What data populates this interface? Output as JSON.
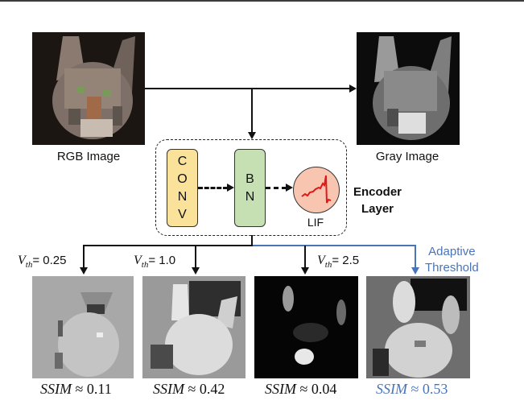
{
  "figure": {
    "input": {
      "label": "RGB Image"
    },
    "output": {
      "label": "Gray Image"
    },
    "encoder": {
      "blocks": [
        {
          "id": "conv",
          "letters": [
            "C",
            "O",
            "N",
            "V"
          ],
          "color": "#fbe29a"
        },
        {
          "id": "bn",
          "letters": [
            "B",
            "N"
          ],
          "color": "#c6e0b4"
        },
        {
          "id": "lif",
          "label": "LIF",
          "color": "#f8c6b0",
          "icon": "spike-waveform-icon"
        }
      ],
      "title_line1": "Encoder",
      "title_line2": "Layer"
    },
    "branches": [
      {
        "vth_symbol": "V",
        "vth_sub": "th",
        "vth_value": "= 0.25",
        "ssim_symbol": "SSIM",
        "ssim_value": "≈ 0.11",
        "color": "#111111"
      },
      {
        "vth_symbol": "V",
        "vth_sub": "th",
        "vth_value": "= 1.0",
        "ssim_symbol": "SSIM",
        "ssim_value": "≈ 0.42",
        "color": "#111111"
      },
      {
        "vth_symbol": "V",
        "vth_sub": "th",
        "vth_value": "= 2.5",
        "ssim_symbol": "SSIM",
        "ssim_value": "≈ 0.04",
        "color": "#111111"
      },
      {
        "label_line1": "Adaptive",
        "label_line2": "Threshold",
        "ssim_symbol": "SSIM",
        "ssim_value": "≈ 0.53",
        "color": "#4a74b8"
      }
    ]
  }
}
